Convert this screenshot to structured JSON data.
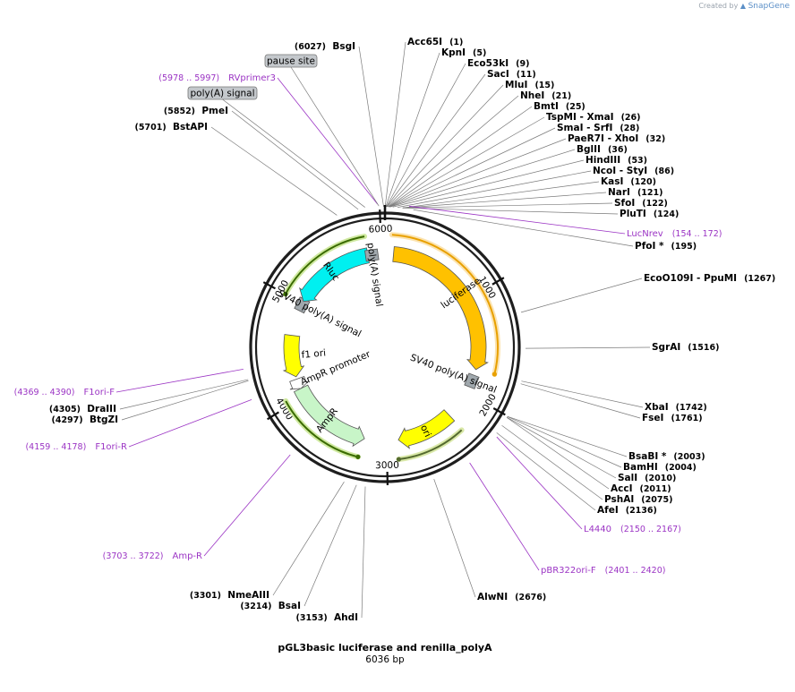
{
  "branding": {
    "created_by": "Created by",
    "brand": "SnapGene"
  },
  "plasmid": {
    "name": "pGL3basic luciferase and  renilla_polyA",
    "length_label": "6036 bp",
    "length": 6036
  },
  "ticks": [
    {
      "label": "1000",
      "bp": 1000
    },
    {
      "label": "2000",
      "bp": 2000
    },
    {
      "label": "3000",
      "bp": 3000
    },
    {
      "label": "4000",
      "bp": 4000
    },
    {
      "label": "5000",
      "bp": 5000
    },
    {
      "label": "6000",
      "bp": 6000
    }
  ],
  "features": [
    {
      "name": "luciferase",
      "type": "cds",
      "start": 88,
      "end": 1740,
      "strand": 1,
      "color": "#ffc100",
      "track": 0
    },
    {
      "name": "SV40 poly(A) signal",
      "type": "misc",
      "start": 1830,
      "end": 1900,
      "strand": 0,
      "color": "#a0a8ad",
      "track": 0
    },
    {
      "name": "ori",
      "type": "rep",
      "start": 2290,
      "end": 2880,
      "strand": 1,
      "color": "#ffff00",
      "track": 0
    },
    {
      "name": "AmpR",
      "type": "cds",
      "start": 3230,
      "end": 4090,
      "strand": -1,
      "color": "#c8f5c8",
      "track": 0
    },
    {
      "name": "AmpR promoter",
      "type": "promoter",
      "start": 4090,
      "end": 4195,
      "strand": -1,
      "color": "#ffffff",
      "track": 0
    },
    {
      "name": "f1 ori",
      "type": "rep",
      "start": 4220,
      "end": 4650,
      "strand": -1,
      "color": "#ffff00",
      "track": 0
    },
    {
      "name": "SV40 poly(A) signal",
      "type": "misc",
      "start": 4945,
      "end": 5015,
      "strand": 0,
      "color": "#a0a8ad",
      "track": 0
    },
    {
      "name": "Rluc",
      "type": "cds",
      "start": 5020,
      "end": 5860,
      "strand": -1,
      "color": "#00f0f0",
      "track": 0
    },
    {
      "name": "poly(A) signal",
      "type": "misc",
      "start": 5870,
      "end": 5930,
      "strand": 0,
      "color": "#a0a8ad",
      "track": 0
    }
  ],
  "outer_features": [
    {
      "name": "luc_outer",
      "start": 60,
      "end": 1740,
      "strand": 1,
      "color": "#e8a000",
      "halo": "#fbe3b0"
    },
    {
      "name": "ori_outer",
      "start": 2300,
      "end": 2900,
      "strand": 1,
      "color": "#556b2f",
      "halo": "#d9e8a8"
    },
    {
      "name": "amp_outer",
      "start": 3250,
      "end": 4050,
      "strand": -1,
      "color": "#3a6b00",
      "halo": "#cfe9a0"
    },
    {
      "name": "rluc_outer",
      "start": 5000,
      "end": 5860,
      "strand": -1,
      "color": "#3a6b00",
      "halo": "#cfe9a0"
    }
  ],
  "sites_right": [
    {
      "name": "Acc65I",
      "pos": "(1)",
      "bp": 1
    },
    {
      "name": "KpnI",
      "pos": "(5)",
      "bp": 5
    },
    {
      "name": "Eco53kI",
      "pos": "(9)",
      "bp": 9
    },
    {
      "name": "SacI",
      "pos": "(11)",
      "bp": 11
    },
    {
      "name": "MluI",
      "pos": "(15)",
      "bp": 15
    },
    {
      "name": "NheI",
      "pos": "(21)",
      "bp": 21
    },
    {
      "name": "BmtI",
      "pos": "(25)",
      "bp": 25
    },
    {
      "name": "TspMI   - XmaI",
      "pos": "(26)",
      "bp": 26
    },
    {
      "name": "SmaI   - SrfI",
      "pos": "(28)",
      "bp": 28
    },
    {
      "name": "PaeR7I   - XhoI",
      "pos": "(32)",
      "bp": 32
    },
    {
      "name": "BglII",
      "pos": "(36)",
      "bp": 36
    },
    {
      "name": "HindIII",
      "pos": "(53)",
      "bp": 53
    },
    {
      "name": "NcoI   - StyI",
      "pos": "(86)",
      "bp": 86
    },
    {
      "name": "KasI",
      "pos": "(120)",
      "bp": 120
    },
    {
      "name": "NarI",
      "pos": "(121)",
      "bp": 121
    },
    {
      "name": "SfoI",
      "pos": "(122)",
      "bp": 122
    },
    {
      "name": "PluTI",
      "pos": "(124)",
      "bp": 124
    },
    {
      "name": "PfoI *",
      "pos": "(195)",
      "bp": 195
    },
    {
      "name": "EcoO109I    - PpuMI",
      "pos": "(1267)",
      "bp": 1267
    },
    {
      "name": "SgrAI",
      "pos": "(1516)",
      "bp": 1516
    },
    {
      "name": "XbaI",
      "pos": "(1742)",
      "bp": 1742
    },
    {
      "name": "FseI",
      "pos": "(1761)",
      "bp": 1761
    },
    {
      "name": "BsaBI *",
      "pos": "(2003)",
      "bp": 2003
    },
    {
      "name": "BamHI",
      "pos": "(2004)",
      "bp": 2004
    },
    {
      "name": "SalI",
      "pos": "(2010)",
      "bp": 2010
    },
    {
      "name": "AccI",
      "pos": "(2011)",
      "bp": 2011
    },
    {
      "name": "PshAI",
      "pos": "(2075)",
      "bp": 2075
    },
    {
      "name": "AfeI",
      "pos": "(2136)",
      "bp": 2136
    },
    {
      "name": "AlwNI",
      "pos": "(2676)",
      "bp": 2676
    }
  ],
  "sites_left": [
    {
      "name": "BsgI",
      "pos": "(6027)",
      "bp": 6027
    },
    {
      "name": "PmeI",
      "pos": "(5852)",
      "bp": 5852
    },
    {
      "name": "BstAPI",
      "pos": "(5701)",
      "bp": 5701
    },
    {
      "name": "DraIII",
      "pos": "(4305)",
      "bp": 4305
    },
    {
      "name": "BtgZI",
      "pos": "(4297)",
      "bp": 4297
    },
    {
      "name": "NmeAIII",
      "pos": "(3301)",
      "bp": 3301
    },
    {
      "name": "BsaI",
      "pos": "(3214)",
      "bp": 3214
    },
    {
      "name": "AhdI",
      "pos": "(3153)",
      "bp": 3153
    }
  ],
  "primers_right": [
    {
      "name": "LucNrev",
      "pos": "(154 .. 172)",
      "bp": 163
    },
    {
      "name": "L4440",
      "pos": "(2150 .. 2167)",
      "bp": 2158
    },
    {
      "name": "pBR322ori-F",
      "pos": "(2401 .. 2420)",
      "bp": 2410
    }
  ],
  "primers_left": [
    {
      "name": "RVprimer3",
      "pos": "(5978 .. 5997)",
      "bp": 5987
    },
    {
      "name": "F1ori-F",
      "pos": "(4369 .. 4390)",
      "bp": 4380
    },
    {
      "name": "F1ori-R",
      "pos": "(4159 .. 4178)",
      "bp": 4168
    },
    {
      "name": "Amp-R",
      "pos": "(3703 .. 3722)",
      "bp": 3712
    }
  ],
  "boxed_labels": [
    {
      "name": "pause site",
      "bp": 5995
    },
    {
      "name": "poly(A) signal",
      "bp": 5900
    }
  ]
}
